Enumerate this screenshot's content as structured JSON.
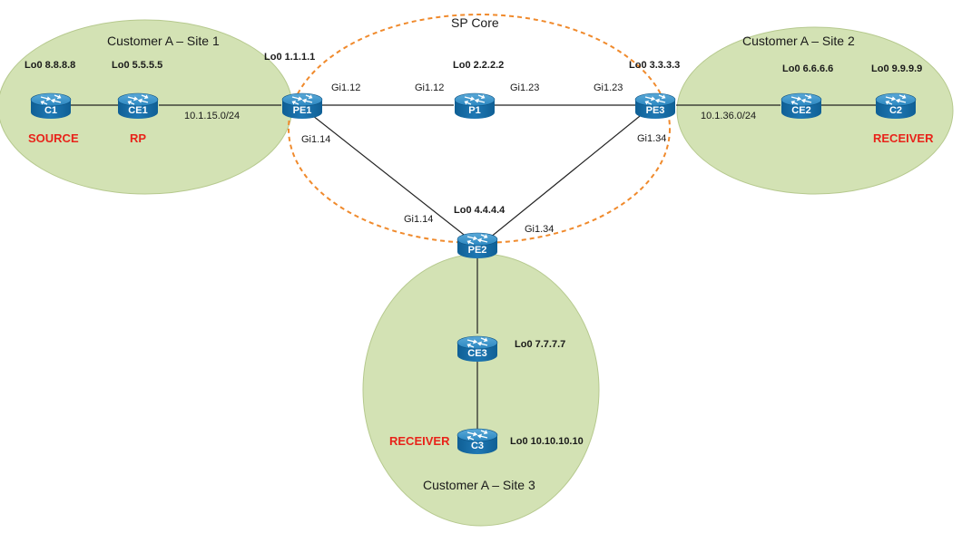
{
  "sites": {
    "site1": "Customer A – Site 1",
    "site2": "Customer A – Site 2",
    "site3": "Customer A – Site 3",
    "core": "SP Core"
  },
  "routers": {
    "c1": {
      "name": "C1",
      "loopback": "Lo0 8.8.8.8"
    },
    "ce1": {
      "name": "CE1",
      "loopback": "Lo0 5.5.5.5"
    },
    "pe1": {
      "name": "PE1",
      "loopback": "Lo0 1.1.1.1"
    },
    "p1": {
      "name": "P1",
      "loopback": "Lo0 2.2.2.2"
    },
    "pe3": {
      "name": "PE3",
      "loopback": "Lo0 3.3.3.3"
    },
    "ce2": {
      "name": "CE2",
      "loopback": "Lo0 6.6.6.6"
    },
    "c2": {
      "name": "C2",
      "loopback": "Lo0 9.9.9.9"
    },
    "pe2": {
      "name": "PE2",
      "loopback": "Lo0 4.4.4.4"
    },
    "ce3": {
      "name": "CE3",
      "loopback": "Lo0 7.7.7.7"
    },
    "c3": {
      "name": "C3",
      "loopback": "Lo0 10.10.10.10"
    }
  },
  "roles": {
    "source": "SOURCE",
    "rp": "RP",
    "receiver_site2": "RECEIVER",
    "receiver_site3": "RECEIVER"
  },
  "subnets": {
    "ce1_pe1": "10.1.15.0/24",
    "pe3_ce2": "10.1.36.0/24"
  },
  "interfaces": {
    "pe1_to_p1": "Gi1.12",
    "p1_to_pe1": "Gi1.12",
    "p1_to_pe3": "Gi1.23",
    "pe3_to_p1": "Gi1.23",
    "pe1_to_pe2": "Gi1.14",
    "pe2_to_pe1": "Gi1.14",
    "pe3_to_pe2": "Gi1.34",
    "pe2_to_pe3": "Gi1.34"
  },
  "colors": {
    "site_fill": "#d3e2b4",
    "site_stroke": "#b6c98e",
    "core_stroke": "#f08a2c",
    "router_body": "#1f78b4",
    "role_text": "#e8231a"
  }
}
